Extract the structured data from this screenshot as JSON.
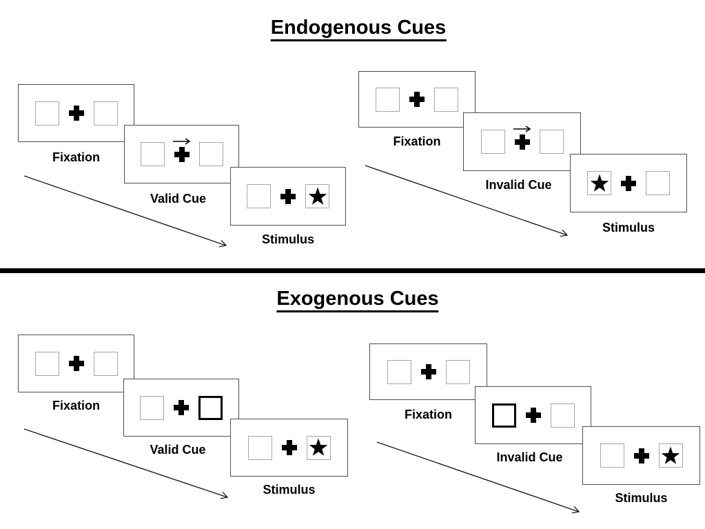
{
  "figure": {
    "kind": "attention-cueing-paradigm-diagram",
    "divider": "thick horizontal black rule between sections"
  },
  "colors": {
    "background": "#ffffff",
    "ink": "#000000",
    "panel_border": "#4d4d4d",
    "box_border": "#a6a6a6"
  },
  "icons": {
    "fixation_cross": "heavy black plus",
    "cue_arrow": "thin right-pointing arrow above fixation cross",
    "star": "solid black five-point star",
    "timeline_arrow": "thin diagonal arrow pointing down-right"
  },
  "sections": [
    {
      "id": "endogenous",
      "title": "Endogenous Cues",
      "sequences": [
        {
          "id": "valid",
          "panels": [
            {
              "label": "Fixation",
              "left_box": "empty",
              "right_box": "empty",
              "cue": "none"
            },
            {
              "label": "Valid Cue",
              "left_box": "empty",
              "right_box": "empty",
              "cue": "arrow-right"
            },
            {
              "label": "Stimulus",
              "left_box": "empty",
              "right_box": "star",
              "cue": "none"
            }
          ]
        },
        {
          "id": "invalid",
          "panels": [
            {
              "label": "Fixation",
              "left_box": "empty",
              "right_box": "empty",
              "cue": "none"
            },
            {
              "label": "Invalid Cue",
              "left_box": "empty",
              "right_box": "empty",
              "cue": "arrow-right"
            },
            {
              "label": "Stimulus",
              "left_box": "star",
              "right_box": "empty",
              "cue": "none"
            }
          ]
        }
      ]
    },
    {
      "id": "exogenous",
      "title": "Exogenous Cues",
      "sequences": [
        {
          "id": "valid",
          "panels": [
            {
              "label": "Fixation",
              "left_box": "empty",
              "right_box": "empty",
              "cue": "none"
            },
            {
              "label": "Valid Cue",
              "left_box": "empty",
              "right_box": "bold",
              "cue": "peripheral-right"
            },
            {
              "label": "Stimulus",
              "left_box": "empty",
              "right_box": "star",
              "cue": "none"
            }
          ]
        },
        {
          "id": "invalid",
          "panels": [
            {
              "label": "Fixation",
              "left_box": "empty",
              "right_box": "empty",
              "cue": "none"
            },
            {
              "label": "Invalid Cue",
              "left_box": "bold",
              "right_box": "empty",
              "cue": "peripheral-left"
            },
            {
              "label": "Stimulus",
              "left_box": "empty",
              "right_box": "star",
              "cue": "none"
            }
          ]
        }
      ]
    }
  ]
}
